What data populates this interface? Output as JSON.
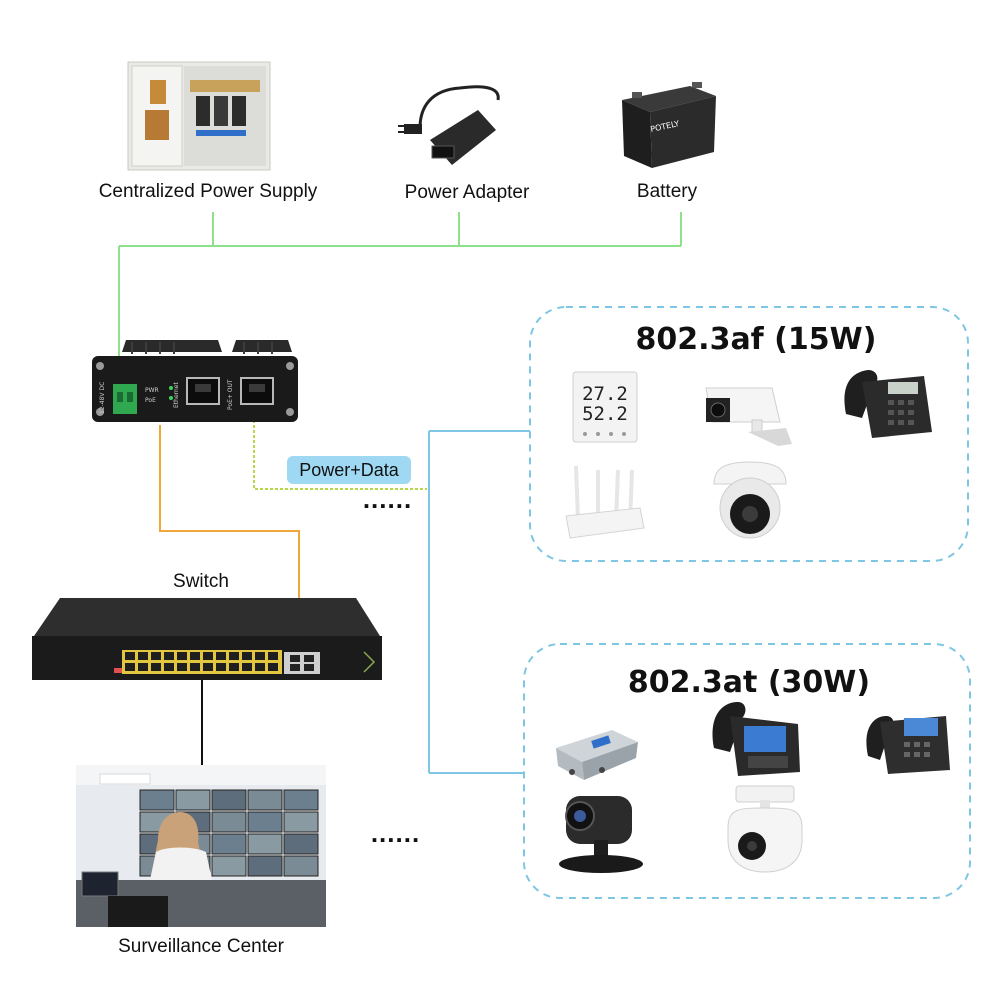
{
  "sources": {
    "centralized": "Centralized Power Supply",
    "adapter": "Power Adapter",
    "battery": "Battery"
  },
  "injector": {
    "labels": [
      "PWR",
      "PoE",
      "Ethernet",
      "PoE+ OUT",
      "12-48V DC"
    ]
  },
  "link_label": "Power+Data",
  "switch": {
    "label": "Switch"
  },
  "center": {
    "label": "Surveillance Center"
  },
  "groups": [
    {
      "title": "802.3af (15W)",
      "more": "......"
    },
    {
      "title": "802.3at (30W)",
      "more": "......"
    }
  ],
  "thermostat": {
    "line1": "27.2",
    "line2": "52.2"
  },
  "brands": {
    "battery": "POTELY"
  },
  "colors": {
    "power_line": "#8fe08a",
    "data_line": "#f0a73a",
    "device_line": "#7ec6e4",
    "pill_bg": "#9fd8f2"
  }
}
